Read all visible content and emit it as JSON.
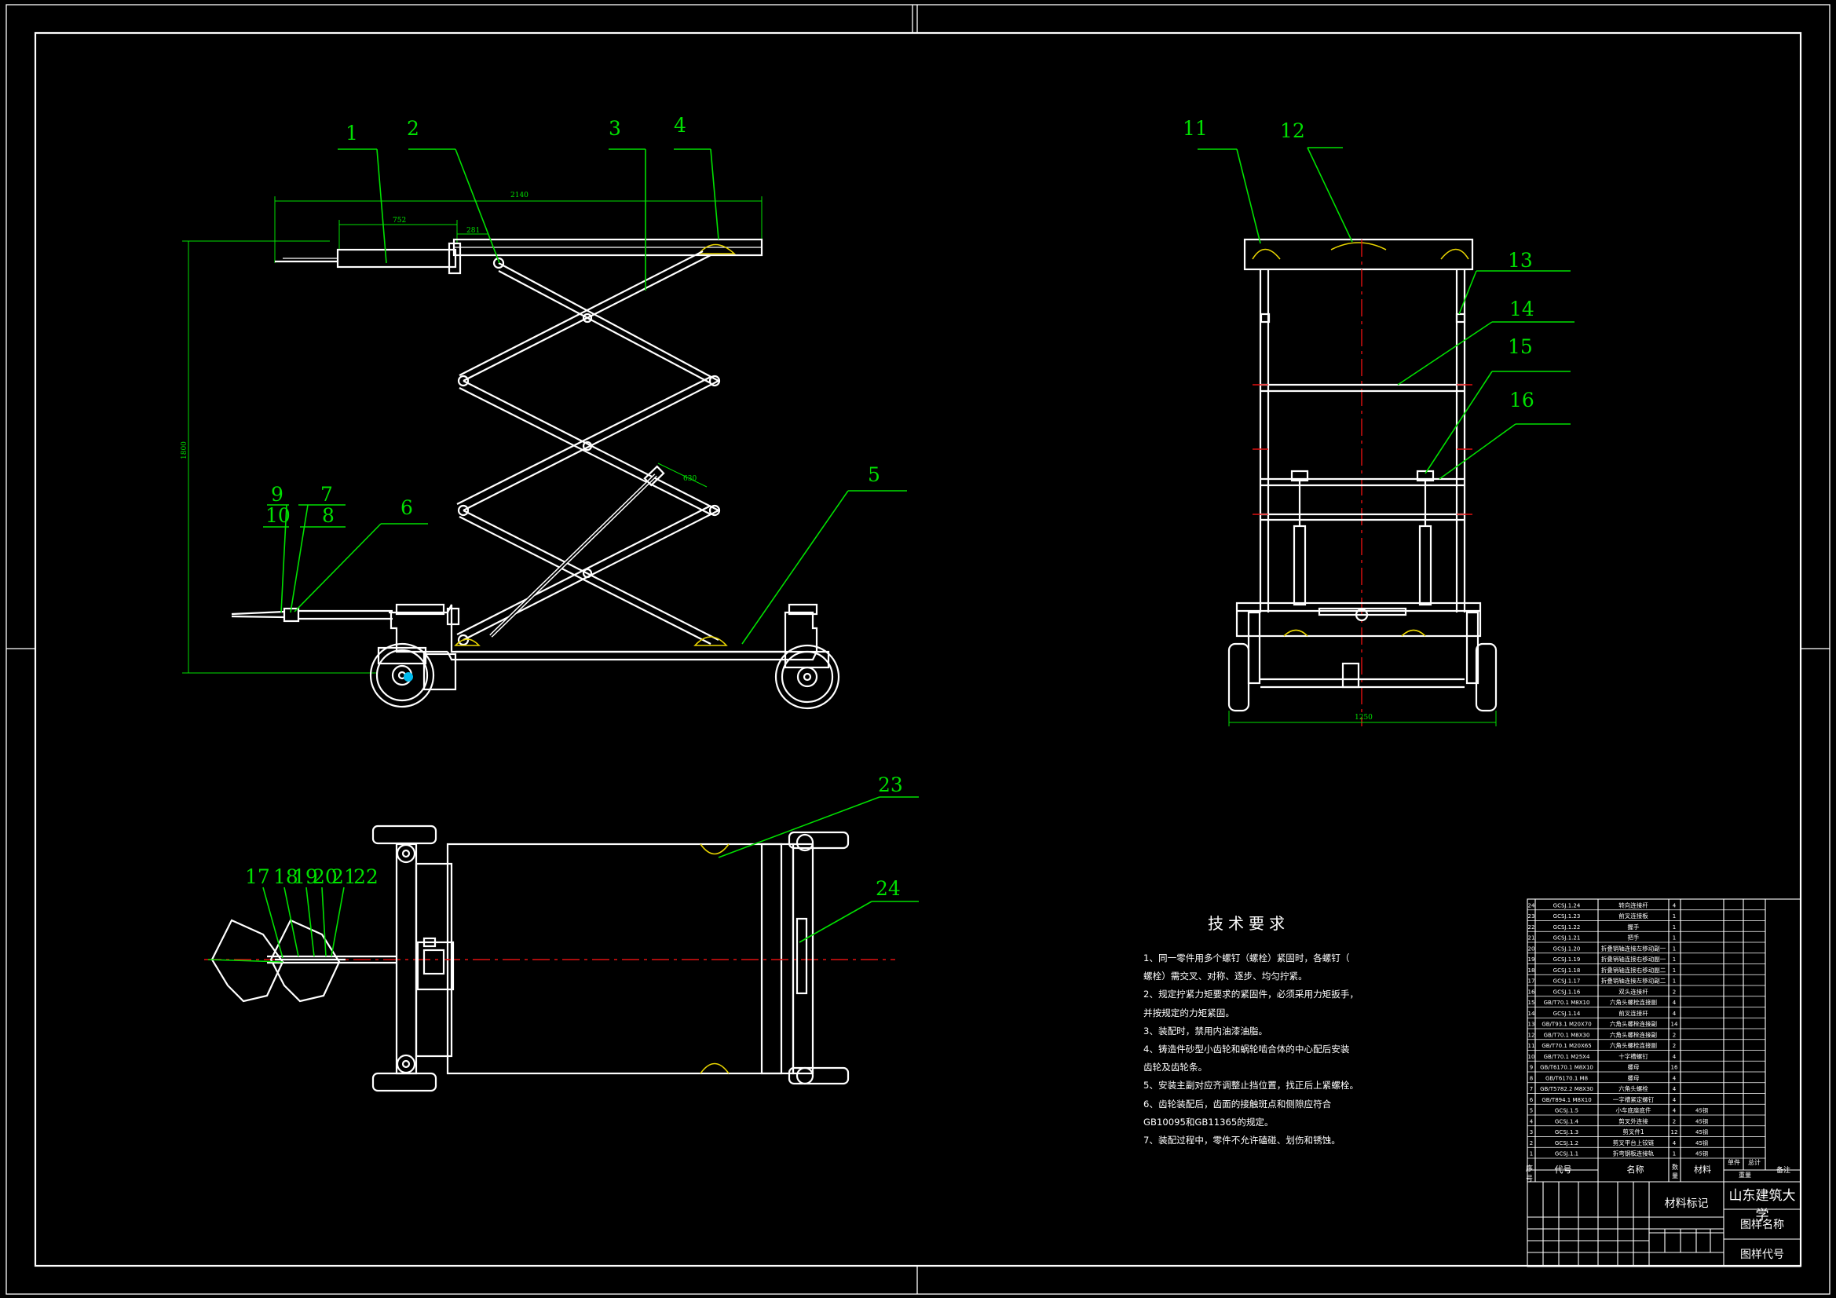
{
  "drawing": {
    "colors": {
      "background": "#000000",
      "lines": "#ffffff",
      "balloons": "#00e000",
      "centerlines": "#e01010",
      "hatch": "#e8d400"
    },
    "balloons_side_view": [
      "1",
      "2",
      "3",
      "4",
      "5",
      "6",
      "7",
      "8",
      "9",
      "10"
    ],
    "balloons_front_view": [
      "11",
      "12",
      "13",
      "14",
      "15",
      "16"
    ],
    "balloons_top_view": [
      "17",
      "18",
      "19",
      "20",
      "21",
      "22",
      "23",
      "24"
    ]
  },
  "technical_requirements": {
    "title": "技术要求",
    "items": [
      "1、同一零件用多个螺钉（螺栓）紧固时，各螺钉（",
      "螺栓）需交叉、对称、逐步、均匀拧紧。",
      "2、规定拧紧力矩要求的紧固件，必须采用力矩扳手，",
      "并按规定的力矩紧固。",
      "3、装配时，禁用内油漆油脂。",
      "4、铸造件砂型小齿轮和蜗轮啮合体的中心配后安装",
      "齿轮及齿轮条。",
      "5、安装主副对应齐调整止挡位置，找正后上紧螺栓。",
      "6、齿轮装配后，齿面的接触斑点和侧隙应符合",
      "GB10095和GB11365的规定。",
      "7、装配过程中，零件不允许磕碰、划伤和锈蚀。"
    ]
  },
  "bom": {
    "rows": [
      {
        "no": "24",
        "code": "GCSJ.1.24",
        "name": "转向连接杆",
        "qty": "4",
        "material": ""
      },
      {
        "no": "23",
        "code": "GCSJ.1.23",
        "name": "前叉连接板",
        "qty": "1",
        "material": ""
      },
      {
        "no": "22",
        "code": "GCSJ.1.22",
        "name": "握手",
        "qty": "1",
        "material": ""
      },
      {
        "no": "21",
        "code": "GCSJ.1.21",
        "name": "把手",
        "qty": "1",
        "material": ""
      },
      {
        "no": "20",
        "code": "GCSJ.1.20",
        "name": "折叠销轴连接左移动副一",
        "qty": "1",
        "material": ""
      },
      {
        "no": "19",
        "code": "GCSJ.1.19",
        "name": "折叠销轴连接右移动副一",
        "qty": "1",
        "material": ""
      },
      {
        "no": "18",
        "code": "GCSJ.1.18",
        "name": "折叠销轴连接右移动副二",
        "qty": "1",
        "material": ""
      },
      {
        "no": "17",
        "code": "GCSJ.1.17",
        "name": "折叠销轴连接左移动副二",
        "qty": "1",
        "material": ""
      },
      {
        "no": "16",
        "code": "GCSJ.1.16",
        "name": "双头连接杆",
        "qty": "2",
        "material": ""
      },
      {
        "no": "15",
        "code": "GB/T70.1 M8X10",
        "name": "六角头螺栓连接副",
        "qty": "4",
        "material": ""
      },
      {
        "no": "14",
        "code": "GCSJ.1.14",
        "name": "前叉连接杆",
        "qty": "4",
        "material": ""
      },
      {
        "no": "13",
        "code": "GB/T93.1 M20X70",
        "name": "六角头螺栓连接副",
        "qty": "14",
        "material": ""
      },
      {
        "no": "12",
        "code": "GB/T70.1 M8X30",
        "name": "六角头螺栓连接副",
        "qty": "2",
        "material": ""
      },
      {
        "no": "11",
        "code": "GB/T70.1 M20X65",
        "name": "六角头螺栓连接副",
        "qty": "2",
        "material": ""
      },
      {
        "no": "10",
        "code": "GB/T70.1 M25X4",
        "name": "十字槽螺钉",
        "qty": "4",
        "material": ""
      },
      {
        "no": "9",
        "code": "GB/T6170.1 M8X10",
        "name": "螺母",
        "qty": "16",
        "material": ""
      },
      {
        "no": "8",
        "code": "GB/T6170.1 M8",
        "name": "螺母",
        "qty": "4",
        "material": ""
      },
      {
        "no": "7",
        "code": "GB/T5782.2 M8X30",
        "name": "六角头螺栓",
        "qty": "4",
        "material": ""
      },
      {
        "no": "6",
        "code": "GB/T894.1 M8X10",
        "name": "一字槽紧定螺钉",
        "qty": "4",
        "material": ""
      },
      {
        "no": "5",
        "code": "GCSJ.1.5",
        "name": "小车底座底件",
        "qty": "4",
        "material": "45钢"
      },
      {
        "no": "4",
        "code": "GCSJ.1.4",
        "name": "剪叉外连接",
        "qty": "2",
        "material": "45钢"
      },
      {
        "no": "3",
        "code": "GCSJ.1.3",
        "name": "剪叉件1",
        "qty": "12",
        "material": "45钢"
      },
      {
        "no": "2",
        "code": "GCSJ.1.2",
        "name": "剪叉平台上铰链",
        "qty": "4",
        "material": "45钢"
      },
      {
        "no": "1",
        "code": "GCSJ.1.1",
        "name": "折弯钢板连接轨",
        "qty": "1",
        "material": "45钢"
      }
    ],
    "headers": {
      "no": "序号",
      "code": "代号",
      "name": "名称",
      "qty": "数量",
      "material": "材料",
      "unit_weight": "单件",
      "total_weight": "总计",
      "weight": "重量",
      "remarks": "备注"
    }
  },
  "title_block": {
    "material_label": "材料标记",
    "university": "山东建筑大学",
    "drawing_name_label": "图样名称",
    "drawing_code_label": "图样代号"
  }
}
